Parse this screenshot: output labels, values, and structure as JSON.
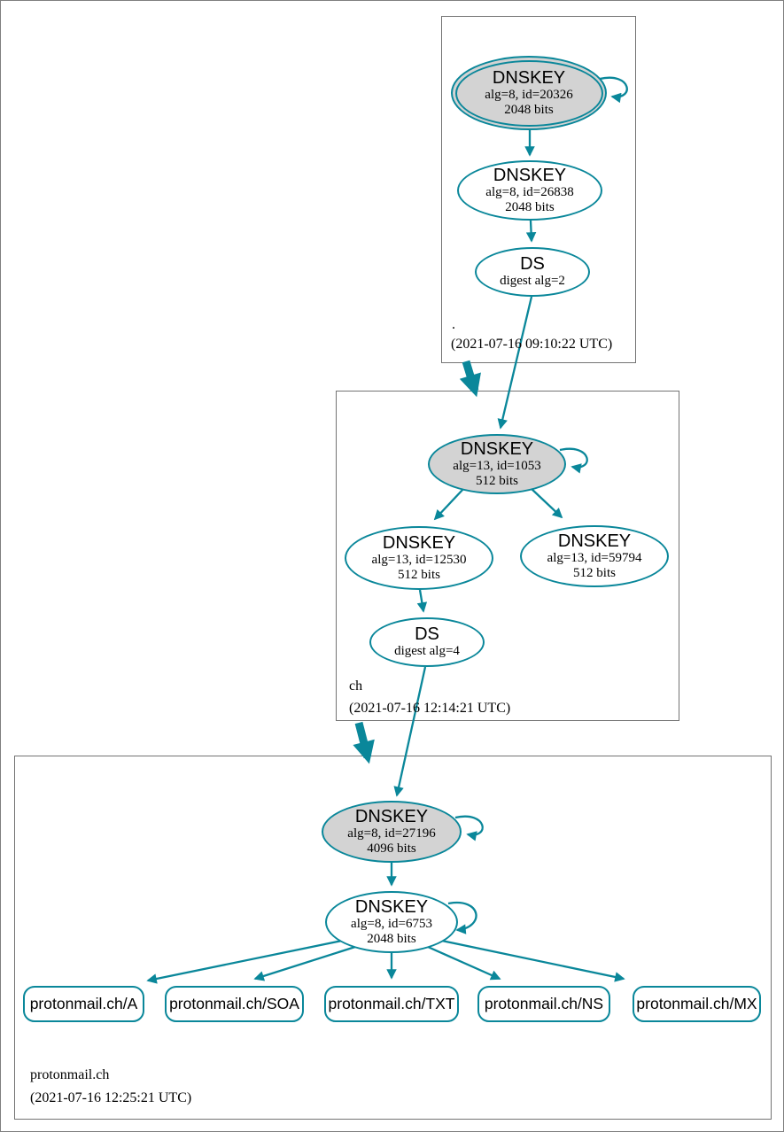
{
  "colors": {
    "edge": "#0a879a",
    "ksk_fill": "#d3d3d3",
    "zone_box_border": "#737373",
    "page_border": "#7f7f7f"
  },
  "zones": {
    "root": {
      "label": ".",
      "timestamp": "(2021-07-16 09:10:22 UTC)",
      "ksk": {
        "title": "DNSKEY",
        "detail1": "alg=8, id=20326",
        "detail2": "2048 bits"
      },
      "zsk": {
        "title": "DNSKEY",
        "detail1": "alg=8, id=26838",
        "detail2": "2048 bits"
      },
      "ds": {
        "title": "DS",
        "detail1": "digest alg=2"
      }
    },
    "ch": {
      "label": "ch",
      "timestamp": "(2021-07-16 12:14:21 UTC)",
      "ksk": {
        "title": "DNSKEY",
        "detail1": "alg=13, id=1053",
        "detail2": "512 bits"
      },
      "zsk1": {
        "title": "DNSKEY",
        "detail1": "alg=13, id=12530",
        "detail2": "512 bits"
      },
      "zsk2": {
        "title": "DNSKEY",
        "detail1": "alg=13, id=59794",
        "detail2": "512 bits"
      },
      "ds": {
        "title": "DS",
        "detail1": "digest alg=4"
      }
    },
    "protonmail": {
      "label": "protonmail.ch",
      "timestamp": "(2021-07-16 12:25:21 UTC)",
      "ksk": {
        "title": "DNSKEY",
        "detail1": "alg=8, id=27196",
        "detail2": "4096 bits"
      },
      "zsk": {
        "title": "DNSKEY",
        "detail1": "alg=8, id=6753",
        "detail2": "2048 bits"
      },
      "rrsets": [
        {
          "label": "protonmail.ch/A"
        },
        {
          "label": "protonmail.ch/SOA"
        },
        {
          "label": "protonmail.ch/TXT"
        },
        {
          "label": "protonmail.ch/NS"
        },
        {
          "label": "protonmail.ch/MX"
        }
      ]
    }
  }
}
